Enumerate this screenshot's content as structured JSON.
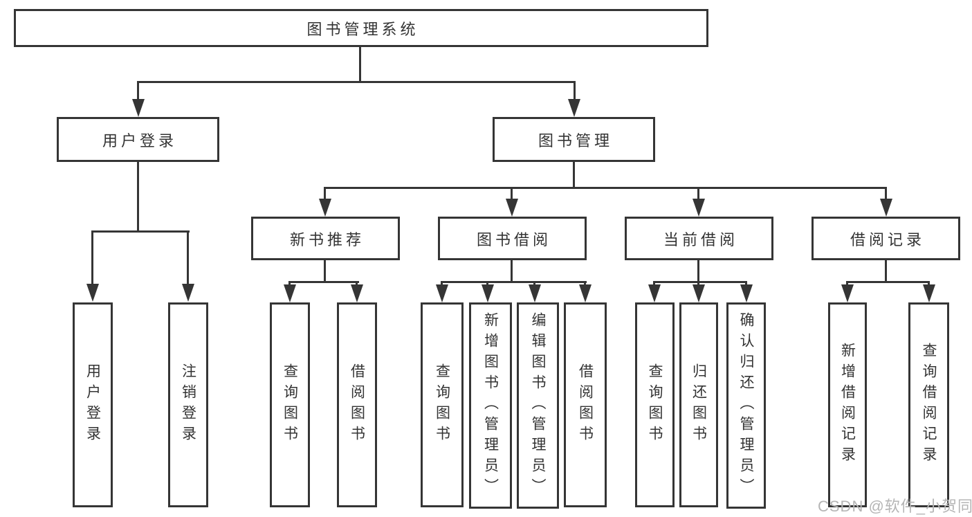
{
  "diagram": {
    "root": {
      "label": "图书管理系统"
    },
    "level2": {
      "user_login": {
        "label": "用户登录"
      },
      "book_mgmt": {
        "label": "图书管理"
      }
    },
    "level3": {
      "new_books": {
        "label": "新书推荐"
      },
      "book_borrowing": {
        "label": "图书借阅"
      },
      "current_borrowing": {
        "label": "当前借阅"
      },
      "borrowing_records": {
        "label": "借阅记录"
      }
    },
    "leaves": {
      "user_login_children": [
        "用户登录",
        "注销登录"
      ],
      "new_books_children": [
        "查询图书",
        "借阅图书"
      ],
      "book_borrowing_children": [
        "查询图书",
        "新增图书（管理员）",
        "编辑图书（管理员）",
        "借阅图书"
      ],
      "current_borrowing_children": [
        "查询图书",
        "归还图书",
        "确认归还（管理员）"
      ],
      "borrowing_records_children": [
        "新增借阅记录",
        "查询借阅记录"
      ]
    }
  },
  "watermark": {
    "text": "CSDN @软件_小贺同学"
  },
  "colors": {
    "line": "#353535",
    "text": "#333333",
    "background": "#ffffff",
    "watermark": "#b5b5b5"
  }
}
